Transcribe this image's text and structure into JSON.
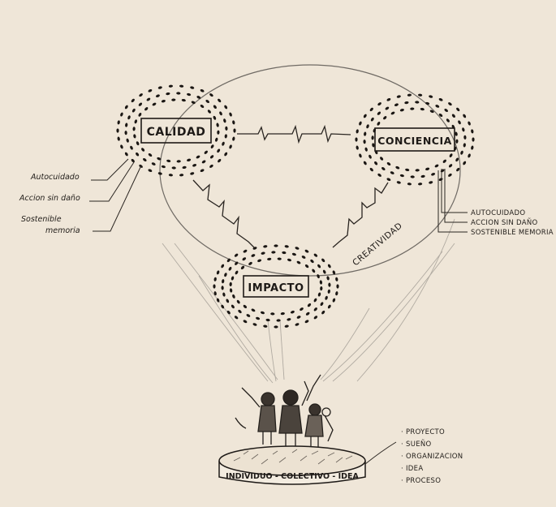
{
  "colors": {
    "paper": "#efe6d8",
    "ink": "#1e1a17",
    "pencil": "#9a948c"
  },
  "nodes": {
    "calidad": "CALIDAD",
    "conciencia": "CONCIENCIA",
    "impacto": "IMPACTO"
  },
  "edge_label": "CREATIVIDAD",
  "left_notes": [
    "Autocuidado",
    "Accion sin daño",
    "Sostenible",
    "memoria"
  ],
  "right_notes": [
    "AUTOCUIDADO",
    "ACCION SIN DAÑO",
    "SOSTENIBLE MEMORIA"
  ],
  "base_label": "INDIVIDUO - COLECTIVO - IDEA",
  "base_list": [
    "· PROYECTO",
    "· SUEÑO",
    "· ORGANIZACION",
    "· IDEA",
    "· PROCESO"
  ]
}
